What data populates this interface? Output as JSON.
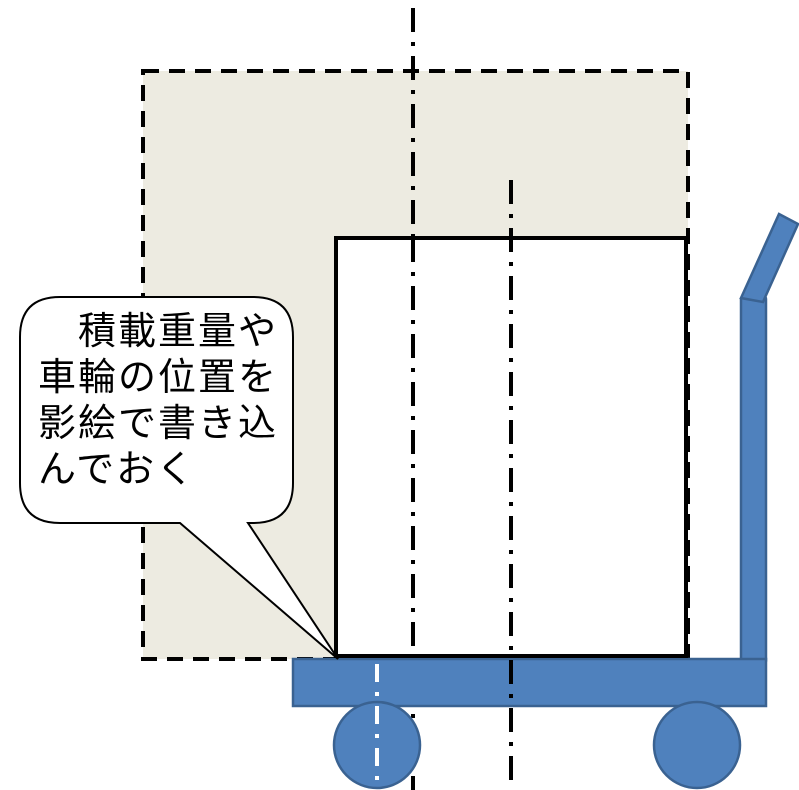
{
  "callout": {
    "lines": [
      "　積載重量や",
      "車輪の位置を",
      "影絵で書き込",
      "んでおく"
    ]
  },
  "colors": {
    "shadow_fill": "#edebe1",
    "cart_fill": "#4f81bd",
    "cart_stroke": "#3a6291",
    "load_fill": "#ffffff",
    "line": "#000000",
    "wheel_centerline": "#ffffff"
  }
}
